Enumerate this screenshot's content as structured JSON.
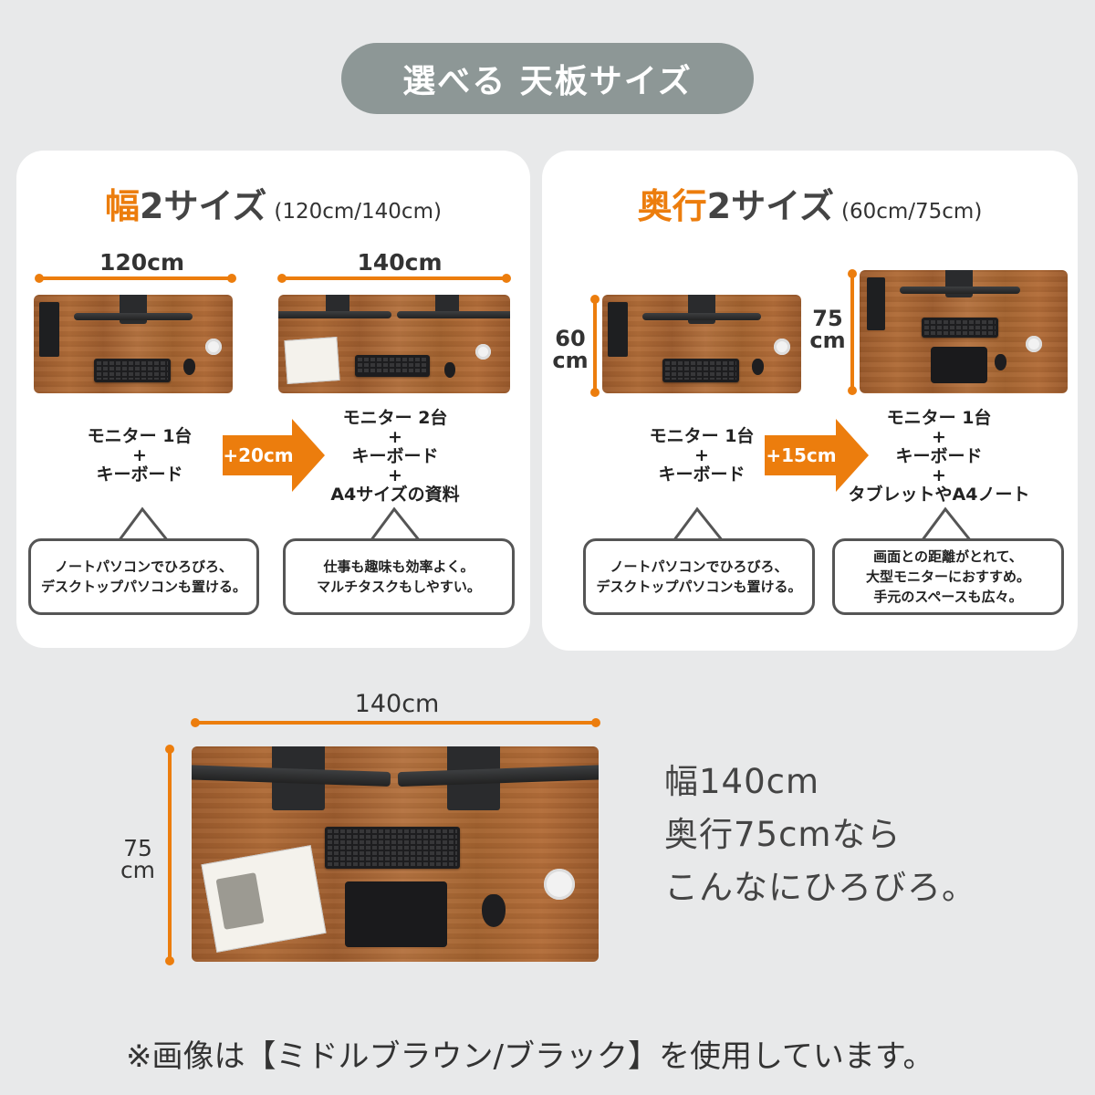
{
  "header": {
    "title": "選べる 天板サイズ"
  },
  "width_panel": {
    "title_accent": "幅",
    "title_rest": "2サイズ",
    "title_sub": "(120cm/140cm)",
    "left": {
      "dimension": "120cm",
      "caption": [
        "モニター 1台",
        "+",
        "キーボード"
      ],
      "bubble": [
        "ノートパソコンでひろびろ、",
        "デスクトップパソコンも置ける。"
      ]
    },
    "arrow": "+20cm",
    "right": {
      "dimension": "140cm",
      "caption": [
        "モニター 2台",
        "+",
        "キーボード",
        "+",
        "A4サイズの資料"
      ],
      "bubble": [
        "仕事も趣味も効率よく。",
        "マルチタスクもしやすい。"
      ]
    }
  },
  "depth_panel": {
    "title_accent": "奥行",
    "title_rest": "2サイズ",
    "title_sub": "(60cm/75cm)",
    "left": {
      "dimension_num": "60",
      "dimension_unit": "cm",
      "caption": [
        "モニター 1台",
        "+",
        "キーボード"
      ],
      "bubble": [
        "ノートパソコンでひろびろ、",
        "デスクトップパソコンも置ける。"
      ]
    },
    "arrow": "+15cm",
    "right": {
      "dimension_num": "75",
      "dimension_unit": "cm",
      "caption": [
        "モニター 1台",
        "+",
        "キーボード",
        "+",
        "タブレットやA4ノート"
      ],
      "bubble": [
        "画面との距離がとれて、",
        "大型モニターにおすすめ。",
        "手元のスペースも広々。"
      ]
    }
  },
  "showcase": {
    "width_label": "140cm",
    "depth_num": "75",
    "depth_unit": "cm",
    "text": [
      "幅140cm",
      "奥行75cmなら",
      "こんなにひろびろ。"
    ]
  },
  "footnote": "※画像は【ミドルブラウン/ブラック】を使用しています。",
  "colors": {
    "accent": "#ec7d0d",
    "pill": "#8d9796",
    "background": "#e8e9ea",
    "desk": "#a8652f"
  }
}
